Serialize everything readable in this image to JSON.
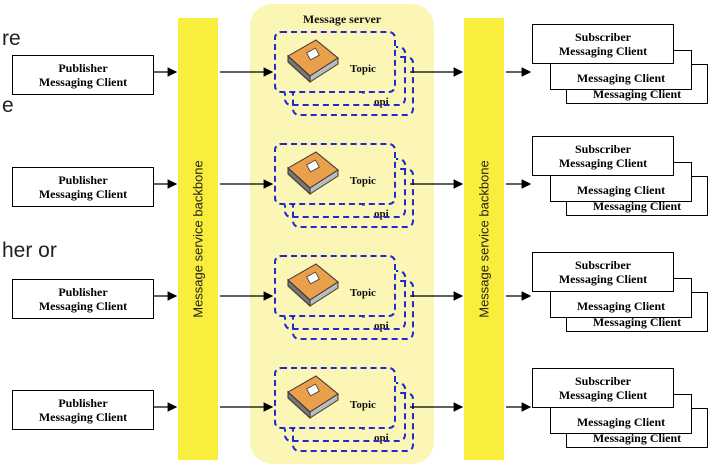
{
  "slide_fragments": [
    "re",
    "e",
    "her or"
  ],
  "publisher": {
    "line1": "Publisher",
    "line2": "Messaging Client"
  },
  "backbone_label": "Message service backbone",
  "server": {
    "title": "Message server",
    "topic_label": "Topic",
    "back_label_1": "pi",
    "back_label_2": "opi"
  },
  "subscriber": {
    "line1": "Subscriber",
    "line2": "Messaging Client",
    "back_label": "Messaging Client"
  },
  "colors": {
    "backbone": "#f9ee3c",
    "server_panel": "#fbf6b6",
    "topic_border": "#1f2bd0",
    "book_cover": "#e9a04a"
  },
  "icons": {
    "topic_icon": "book-icon"
  }
}
